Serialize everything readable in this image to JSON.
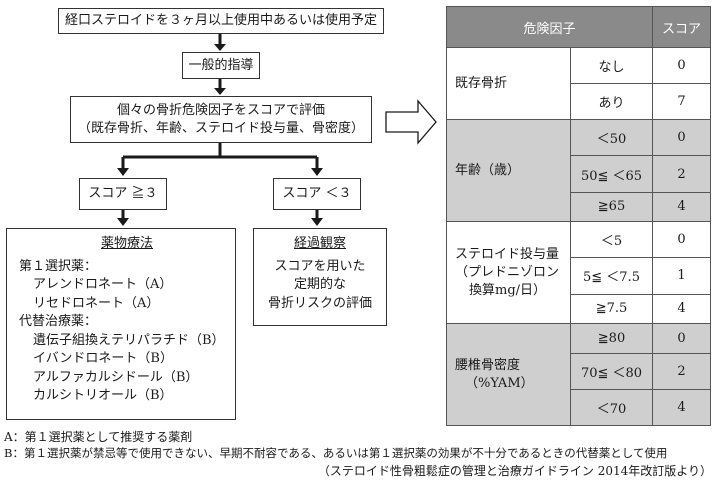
{
  "flow": {
    "start": "経口ステロイドを３ヶ月以上使用中あるいは使用予定",
    "general": "一般的指導",
    "evaluate_line1": "個々の骨折危険因子をスコアで評価",
    "evaluate_line2": "（既存骨折、年齢、ステロイド投与量、骨密度）",
    "score_high": "スコア ≧３",
    "score_low": "スコア ＜３",
    "drug": {
      "title": "薬物療法",
      "first_label": "第１選択薬：",
      "first": [
        "アレンドロネート（A）",
        "リセドロネート（A）"
      ],
      "alt_label": "代替治療薬：",
      "alt": [
        "遺伝子組換えテリパラチド（B）",
        "イバンドロネート（B）",
        "アルファカルシドール（B）",
        "カルシトリオール（B）"
      ]
    },
    "observe": {
      "title": "経過観察",
      "lines": [
        "スコアを用いた",
        "定期的な",
        "骨折リスクの評価"
      ]
    }
  },
  "table": {
    "headers": [
      "危険因子",
      "スコア"
    ],
    "groups": [
      {
        "factor": [
          "既存骨折"
        ],
        "rows": [
          [
            "なし",
            "0"
          ],
          [
            "あり",
            "7"
          ]
        ]
      },
      {
        "factor": [
          "年齢（歳）"
        ],
        "rows": [
          [
            "＜50",
            "0"
          ],
          [
            "50≦ ＜65",
            "2"
          ],
          [
            "≧65",
            "4"
          ]
        ]
      },
      {
        "factor": [
          "ステロイド投与量",
          "（プレドニゾロン",
          "換算mg/日）"
        ],
        "rows": [
          [
            "＜5",
            "0"
          ],
          [
            "5≦ ＜7.5",
            "1"
          ],
          [
            "≧7.5",
            "4"
          ]
        ]
      },
      {
        "factor": [
          "腰椎骨密度",
          "（%YAM）"
        ],
        "rows": [
          [
            "≧80",
            "0"
          ],
          [
            "70≦ ＜80",
            "2"
          ],
          [
            "＜70",
            "4"
          ]
        ]
      }
    ]
  },
  "notes": {
    "a": "A：第１選択薬として推奨する薬剤",
    "b": "B：第１選択薬が禁忌等で使用できない、早期不耐容である、あるいは第１選択薬の効果が不十分であるときの代替薬として使用",
    "source": "（ステロイド性骨粗鬆症の管理と治療ガイドライン 2014年改訂版より）"
  }
}
